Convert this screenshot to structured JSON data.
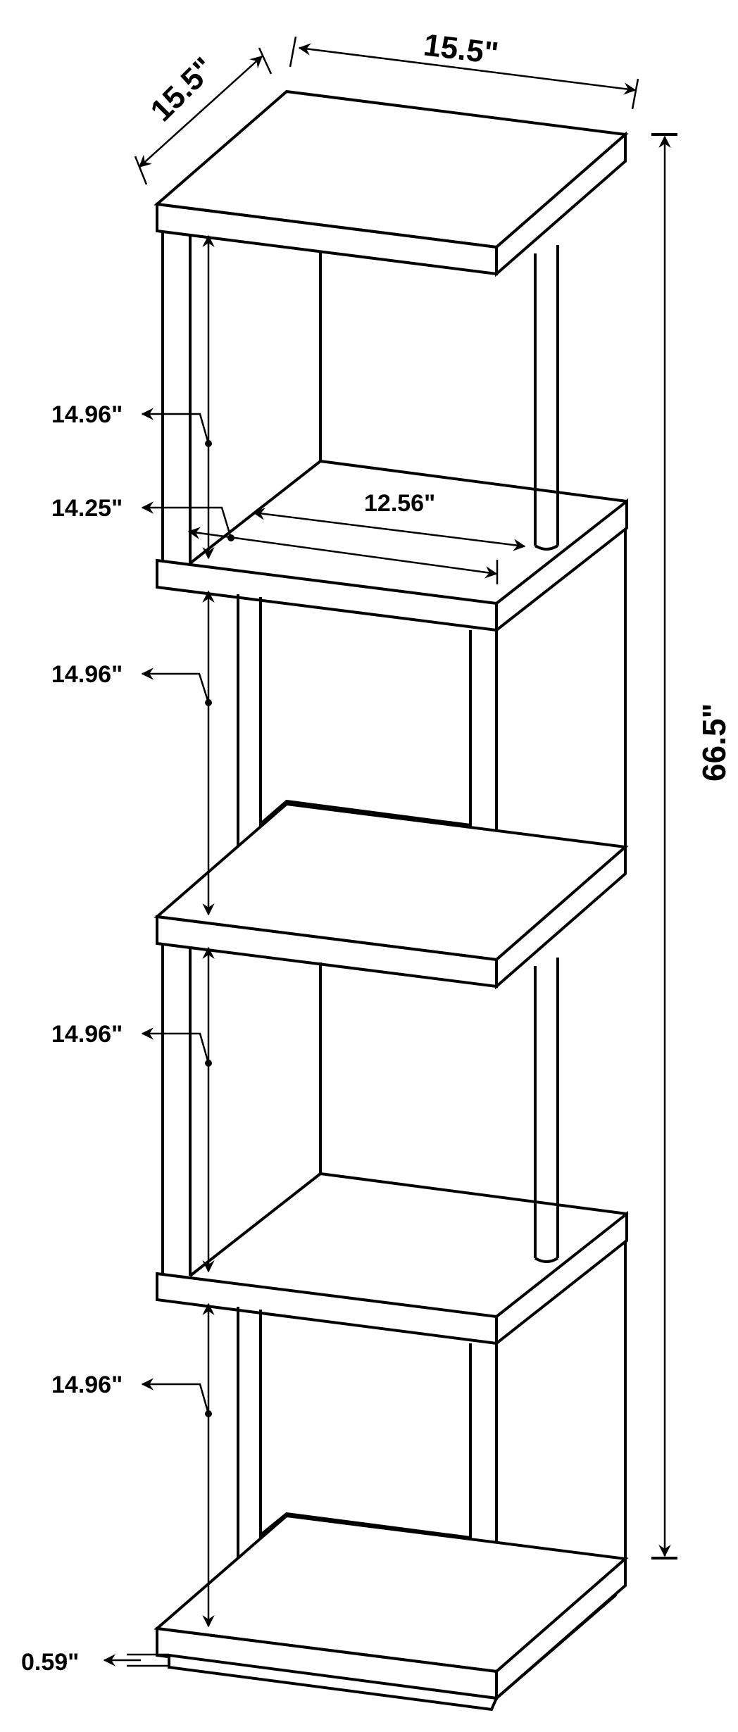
{
  "diagram": {
    "type": "dimension-drawing",
    "subject": "4-tier offset cube bookcase with round posts",
    "colors": {
      "line": "#000000",
      "background": "#ffffff"
    },
    "dimensions": {
      "top_width": "15.5\"",
      "top_depth": "15.5\"",
      "overall_height": "66.5\"",
      "inner_width": "12.56\"",
      "inner_depth": "14.25\"",
      "tier_heights": [
        "14.96\"",
        "14.96\"",
        "14.96\"",
        "14.96\""
      ],
      "base_height": "0.59\""
    }
  }
}
